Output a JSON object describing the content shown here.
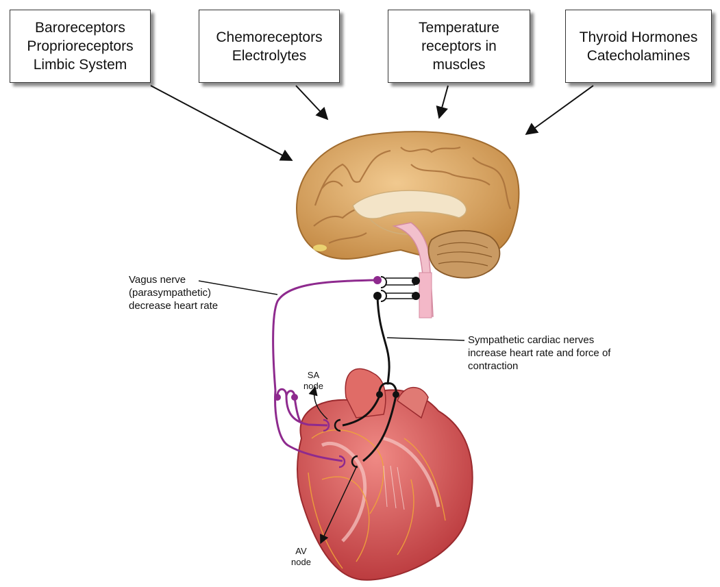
{
  "inputs": [
    {
      "id": "b1",
      "text": "Baroreceptors\nProprioreceptors\nLimbic System"
    },
    {
      "id": "b2",
      "text": "Chemoreceptors\nElectrolytes"
    },
    {
      "id": "b3",
      "text": "Temperature\nreceptors in\nmuscles"
    },
    {
      "id": "b4",
      "text": "Thyroid Hormones\nCatecholamines"
    }
  ],
  "labels": {
    "vagus": "Vagus nerve\n(parasympathetic)\ndecrease heart rate",
    "sympathetic": "Sympathetic cardiac nerves\nincrease heart rate and force of\ncontraction",
    "sa_node": "SA\nnode",
    "av_node": "AV\nnode"
  },
  "colors": {
    "parasympathetic": "#8e2a8e",
    "sympathetic": "#111111",
    "brain": "#d9a86a",
    "heart": "#d9534f"
  }
}
